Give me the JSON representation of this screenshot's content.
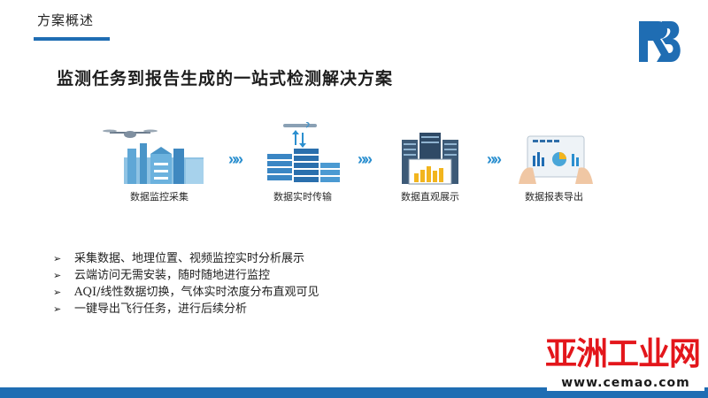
{
  "header": {
    "section_title": "方案概述"
  },
  "logo": {
    "letters": "RB",
    "color": "#1f6db3",
    "icon": "rb-logo-icon"
  },
  "headline": "监测任务到报告生成的一站式检测解决方案",
  "steps": [
    {
      "label": "数据监控采集",
      "icon": "drone-factory-icon"
    },
    {
      "label": "数据实时传输",
      "icon": "server-transfer-icon"
    },
    {
      "label": "数据直观展示",
      "icon": "dashboard-display-icon"
    },
    {
      "label": "数据报表导出",
      "icon": "report-tablet-icon"
    }
  ],
  "arrow_glyph": "»»",
  "bullet_mark": "➢",
  "bullets": [
    "采集数据、地理位置、视频监控实时分析展示",
    "云端访问无需安装，随时随地进行监控",
    "AQI/线性数据切换，气体实时浓度分布直观可见",
    "一键导出飞行任务，进行后续分析"
  ],
  "watermark": {
    "main": "亚洲工业网",
    "url": "www.cemao.com"
  },
  "colors": {
    "accent": "#1f6db3",
    "arrow": "#2b8fcf",
    "watermark": "#e3161b"
  }
}
